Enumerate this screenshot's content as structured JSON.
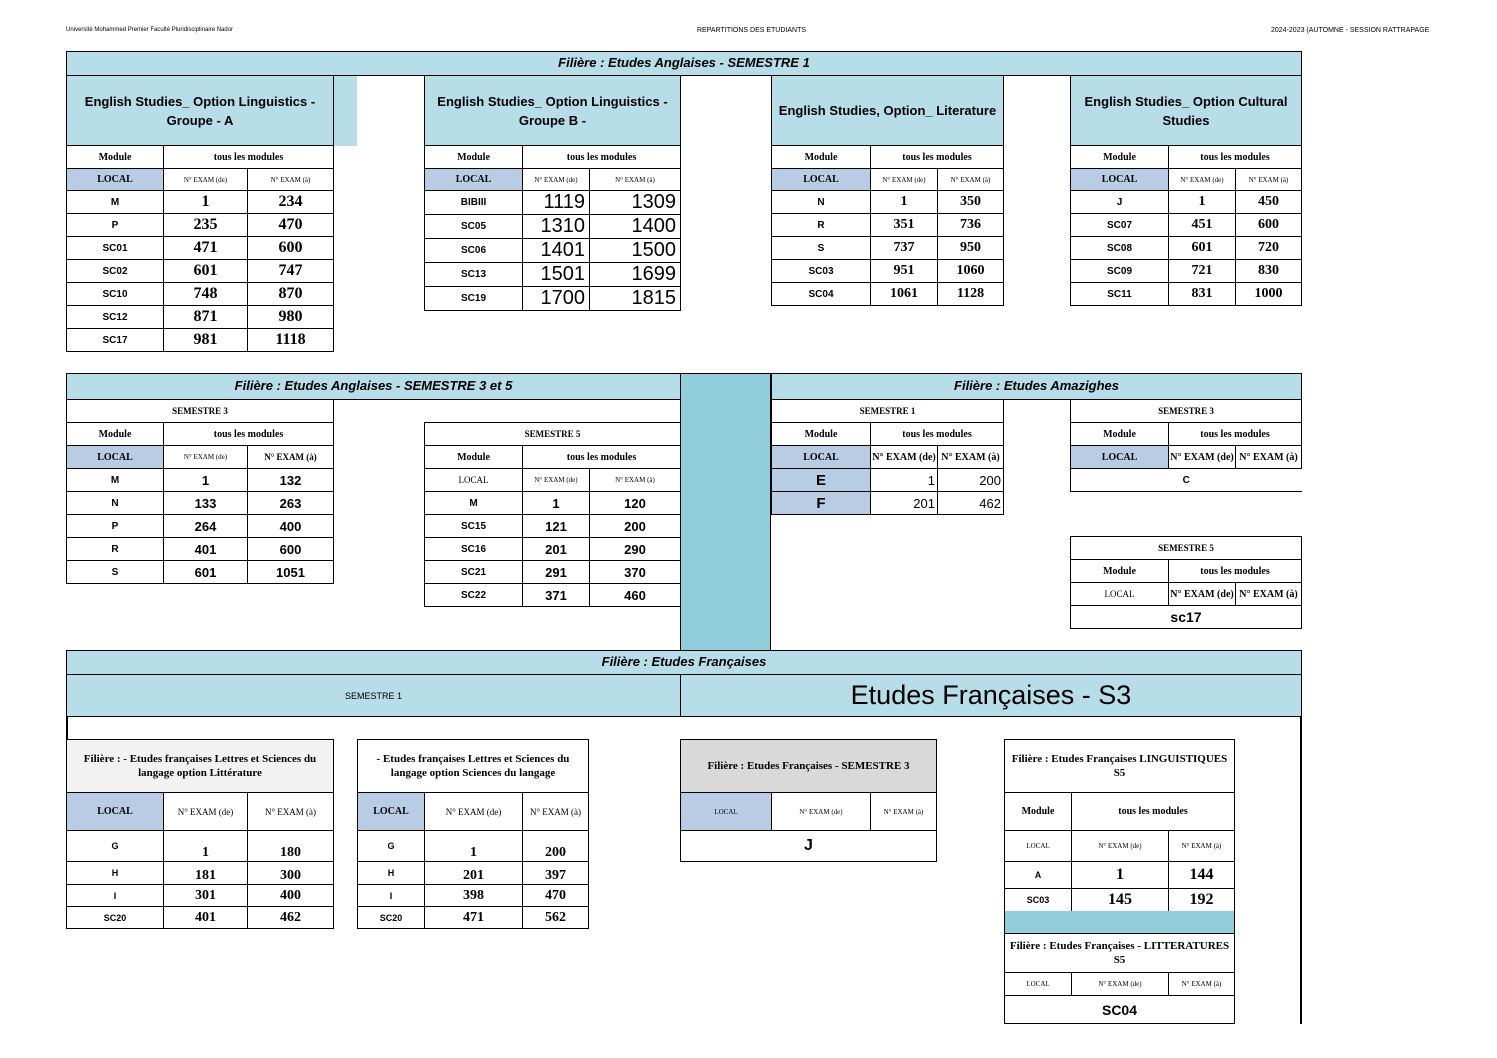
{
  "header": {
    "left": "Université Mohammed Premier Faculté Pluridisciplinaire Nador",
    "center": "REPARTITIONS DES ETUDIANTS",
    "right": "2024-2023 (AUTOMNE - SESSION RATTRAPAGE"
  },
  "labels": {
    "module": "Module",
    "all_modules": "tous les modules",
    "local": "LOCAL",
    "exam_from": "N° EXAM (de)",
    "exam_to": "N° EXAM (à)"
  },
  "s1": {
    "band": "Filière : Etudes Anglaises - SEMESTRE 1",
    "ling_a": {
      "title": "English Studies_ Option Linguistics -Groupe - A",
      "rows": [
        [
          "M",
          "1",
          "234"
        ],
        [
          "P",
          "235",
          "470"
        ],
        [
          "SC01",
          "471",
          "600"
        ],
        [
          "SC02",
          "601",
          "747"
        ],
        [
          "SC10",
          "748",
          "870"
        ],
        [
          "SC12",
          "871",
          "980"
        ],
        [
          "SC17",
          "981",
          "1118"
        ]
      ]
    },
    "ling_b": {
      "title": "English Studies_ Option Linguistics -Groupe B -",
      "rows": [
        [
          "BIBIII",
          "1119",
          "1309"
        ],
        [
          "SC05",
          "1310",
          "1400"
        ],
        [
          "SC06",
          "1401",
          "1500"
        ],
        [
          "SC13",
          "1501",
          "1699"
        ],
        [
          "SC19",
          "1700",
          "1815"
        ]
      ]
    },
    "lit": {
      "title": "English Studies, Option_ Literature",
      "rows": [
        [
          "N",
          "1",
          "350"
        ],
        [
          "R",
          "351",
          "736"
        ],
        [
          "S",
          "737",
          "950"
        ],
        [
          "SC03",
          "951",
          "1060"
        ],
        [
          "SC04",
          "1061",
          "1128"
        ]
      ]
    },
    "cult": {
      "title": "English Studies_ Option Cultural Studies",
      "rows": [
        [
          "J",
          "1",
          "450"
        ],
        [
          "SC07",
          "451",
          "600"
        ],
        [
          "SC08",
          "601",
          "720"
        ],
        [
          "SC09",
          "721",
          "830"
        ],
        [
          "SC11",
          "831",
          "1000"
        ]
      ]
    }
  },
  "s35": {
    "band": "Filière : Etudes Anglaises - SEMESTRE 3 et 5",
    "sem3": {
      "title": "SEMESTRE 3",
      "rows": [
        [
          "M",
          "1",
          "132"
        ],
        [
          "N",
          "133",
          "263"
        ],
        [
          "P",
          "264",
          "400"
        ],
        [
          "R",
          "401",
          "600"
        ],
        [
          "S",
          "601",
          "1051"
        ]
      ]
    },
    "sem5": {
      "title": "SEMESTRE 5",
      "rows": [
        [
          "M",
          "1",
          "120"
        ],
        [
          "SC15",
          "121",
          "200"
        ],
        [
          "SC16",
          "201",
          "290"
        ],
        [
          "SC21",
          "291",
          "370"
        ],
        [
          "SC22",
          "371",
          "460"
        ]
      ]
    }
  },
  "amazigh": {
    "band": "Filière : Etudes Amazighes",
    "sem1": {
      "title": "SEMESTRE 1",
      "rows": [
        [
          "E",
          "1",
          "200"
        ],
        [
          "F",
          "201",
          "462"
        ]
      ]
    },
    "sem3": {
      "title": "SEMESTRE 3",
      "local": "C"
    },
    "sem5": {
      "title": "SEMESTRE 5",
      "local": "sc17"
    }
  },
  "fr": {
    "band": "Filière : Etudes Françaises",
    "sem1_label": "SEMESTRE 1",
    "s3_label": "Etudes Françaises - S3",
    "lit": {
      "title": "Filière : - Etudes françaises Lettres et Sciences du langage option Littérature",
      "rows": [
        [
          "G",
          "1",
          "180"
        ],
        [
          "H",
          "181",
          "300"
        ],
        [
          "I",
          "301",
          "400"
        ],
        [
          "SC20",
          "401",
          "462"
        ]
      ]
    },
    "sci": {
      "title": "- Etudes françaises Lettres et Sciences du langage option Sciences du langage",
      "rows": [
        [
          "G",
          "1",
          "200"
        ],
        [
          "H",
          "201",
          "397"
        ],
        [
          "I",
          "398",
          "470"
        ],
        [
          "SC20",
          "471",
          "562"
        ]
      ]
    },
    "s3": {
      "title": "Filière : Etudes Françaises - SEMESTRE 3",
      "local": "J"
    },
    "ling5": {
      "title": "Filière : Etudes Françaises LINGUISTIQUES S5",
      "rows": [
        [
          "A",
          "1",
          "144"
        ],
        [
          "SC03",
          "145",
          "192"
        ]
      ]
    },
    "litt5": {
      "title": "Filière : Etudes Françaises - LITTERATURES S5",
      "local": "SC04"
    }
  }
}
